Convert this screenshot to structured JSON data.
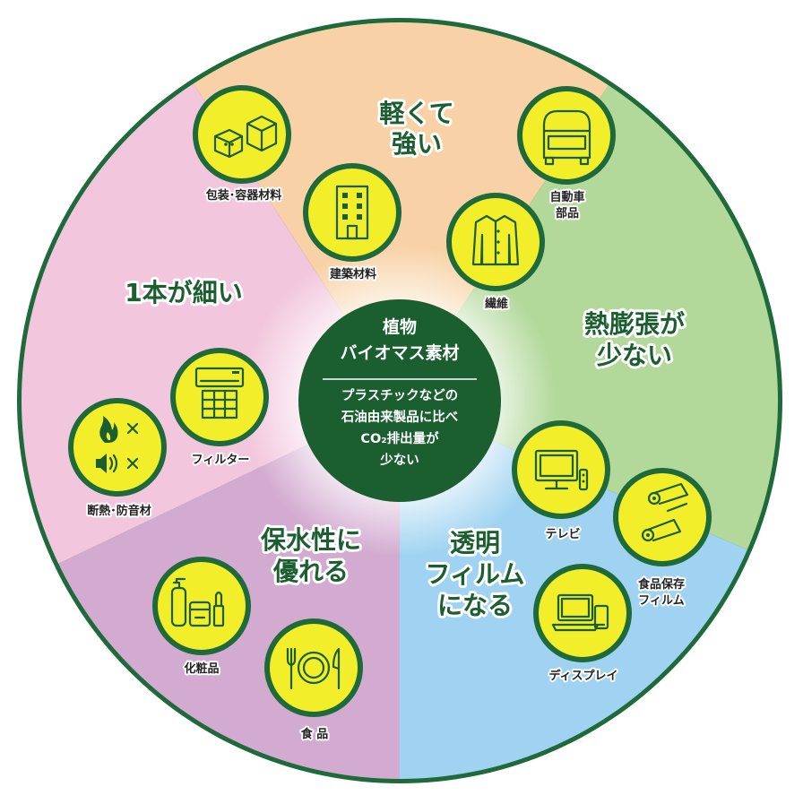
{
  "center": {
    "title_line1": "植物",
    "title_line2": "バイオマス素材",
    "desc_line1": "プラスチックなどの",
    "desc_line2": "石油由来製品に比べ",
    "desc_line3": "CO₂排出量が",
    "desc_line4": "少ない"
  },
  "features": {
    "light_strong": [
      "軽くて",
      "強い"
    ],
    "thin_fiber": [
      "1本が細い"
    ],
    "low_expansion": [
      "熱膨張が",
      "少ない"
    ],
    "transparent_film": [
      "透明",
      "フィルム",
      "になる"
    ],
    "water_retention": [
      "保水性に",
      "優れる"
    ]
  },
  "applications": {
    "packaging": "包装･容器材料",
    "building": "建築材料",
    "auto_parts": [
      "自動車",
      "部品"
    ],
    "textile": "繊維",
    "filter": "フィルター",
    "insulation": "断熱･防音材",
    "tv": "テレビ",
    "food_film": [
      "食品保存",
      "フィルム"
    ],
    "display": "ディスプレイ",
    "cosmetics": "化粧品",
    "food": "食 品"
  },
  "colors": {
    "orange_sector": "#f8d2a6",
    "green_sector": "#b2d89a",
    "blue_sector": "#9fd3f1",
    "purple_sector": "#d3aad0",
    "pink_sector": "#f2c7dd",
    "border_green": "#1e6a3a",
    "icon_yellow": "#f2ee2a",
    "center_green": "#1b5e30"
  }
}
